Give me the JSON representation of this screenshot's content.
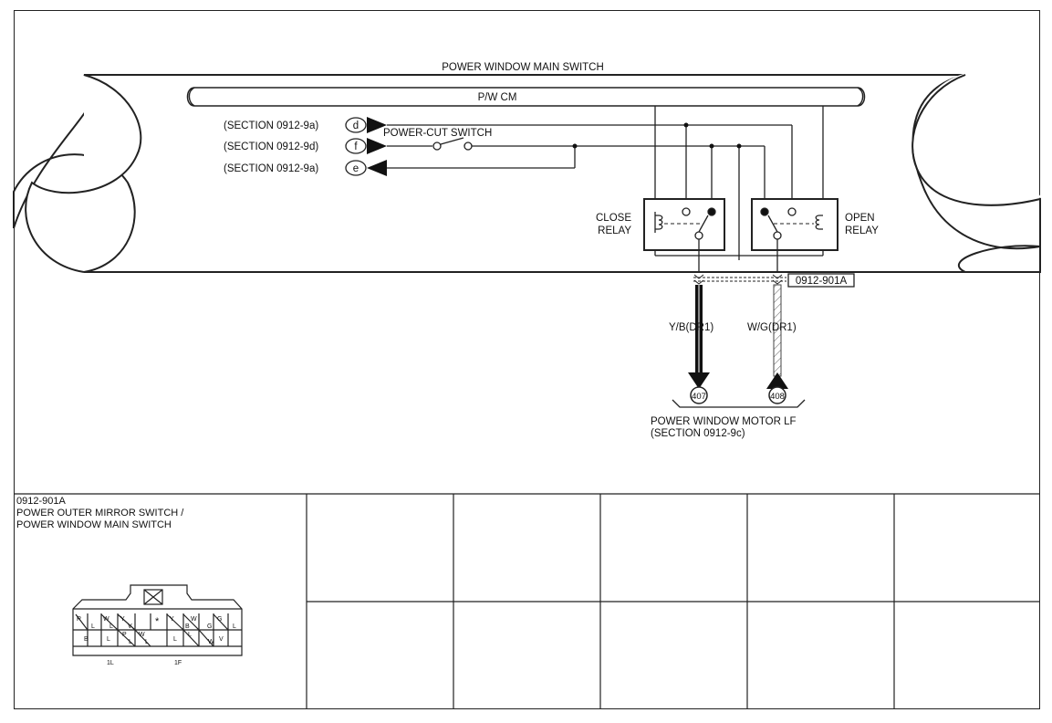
{
  "diagram": {
    "title": "POWER WINDOW MAIN SWITCH",
    "module_label": "P/W CM",
    "terminals": [
      {
        "letter": "d",
        "section": "(SECTION 0912-9a)"
      },
      {
        "letter": "f",
        "section": "(SECTION 0912-9d)"
      },
      {
        "letter": "e",
        "section": "(SECTION 0912-9a)"
      }
    ],
    "power_cut_switch": "POWER-CUT SWITCH",
    "close_relay": [
      "CLOSE",
      "RELAY"
    ],
    "open_relay": [
      "OPEN",
      "RELAY"
    ],
    "connector_ref": "0912-901A",
    "wires": [
      {
        "label": "Y/B(DR1)",
        "terminal": "407"
      },
      {
        "label": "W/G(DR1)",
        "terminal": "408"
      }
    ],
    "motor": [
      "POWER WINDOW MOTOR LF",
      "(SECTION 0912-9c)"
    ]
  },
  "connector_table": {
    "id": "0912-901A",
    "name_lines": [
      "POWER OUTER MIRROR SWITCH /",
      "POWER WINDOW MAIN SWITCH"
    ],
    "pin_labels_top": [
      "R",
      "L",
      "W",
      "L",
      "Y",
      "V",
      "*",
      "Y",
      "B",
      "W",
      "G",
      "G",
      "L"
    ],
    "pin_labels_bottom": [
      "B",
      "L",
      "P",
      "L",
      "W",
      "L",
      "L",
      "L",
      "W",
      "V"
    ],
    "pin_marks": [
      "1L",
      "1F"
    ]
  }
}
